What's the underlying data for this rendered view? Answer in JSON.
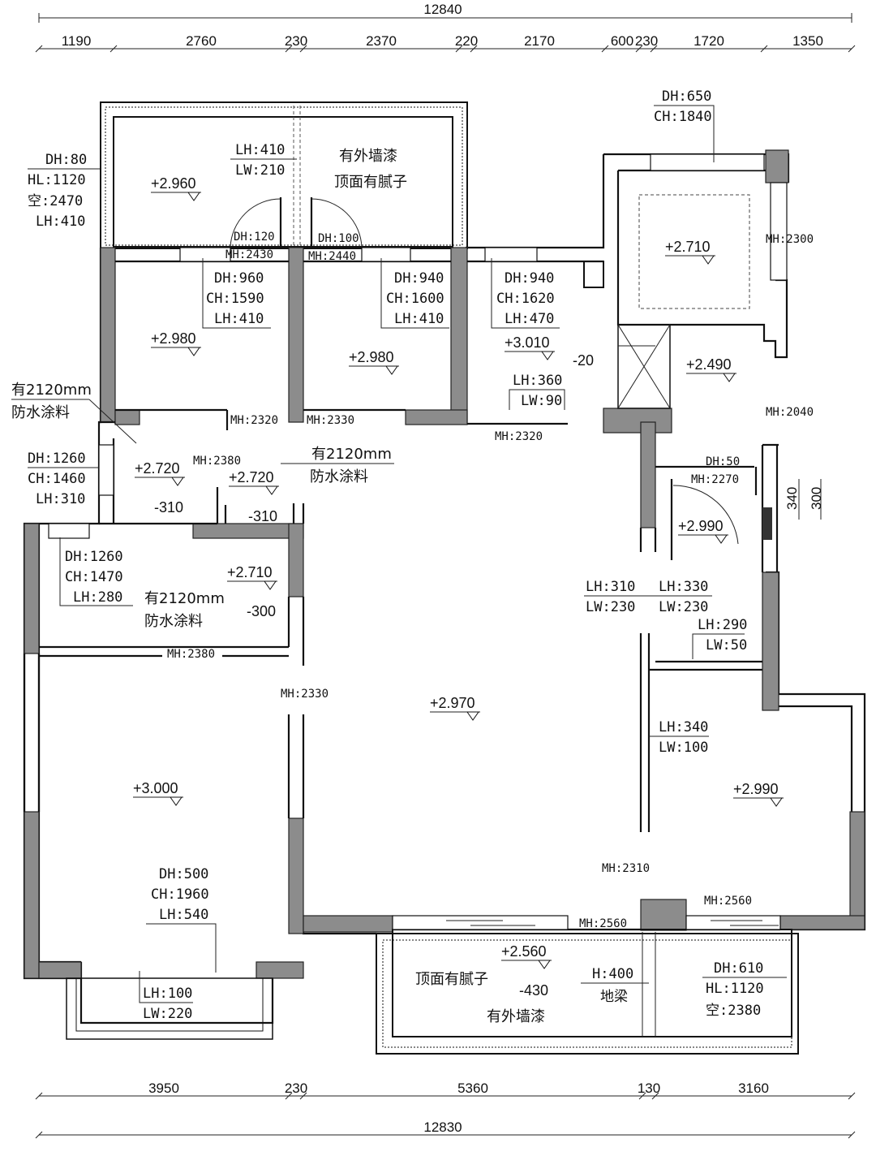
{
  "dimensions": {
    "top_total": "12840",
    "top_segments": [
      "1190",
      "2760",
      "230",
      "2370",
      "220",
      "2170",
      "600",
      "230",
      "1720",
      "1350"
    ],
    "bottom_segments": [
      "3950",
      "230",
      "5360",
      "130",
      "3160"
    ],
    "bottom_total": "12830",
    "side_a": "340",
    "side_b": "300"
  },
  "levels": {
    "balcony_n": "+2.960",
    "bedroom_nw": "+2.980",
    "bedroom_n": "+2.980",
    "kitchen": "+3.010",
    "kitchen_offset": "-20",
    "ne_room": "+2.710",
    "ne_lower": "+2.490",
    "bath_small": "+2.720",
    "bath_small_offset": "-310",
    "hall_small": "+2.720",
    "hall_small_offset": "-310",
    "bath_w": "+2.710",
    "bath_w_offset": "-300",
    "corridor_e": "+2.990",
    "living": "+2.970",
    "master": "+3.000",
    "bedroom_se": "+2.990",
    "balcony_s": "+2.560",
    "balcony_s_offset": "-430"
  },
  "annotations": {
    "balcony_n_window": [
      "DH:80",
      "HL:1120",
      "空:2470",
      "LH:410"
    ],
    "balcony_n_beam": [
      "LH:410",
      "LW:210"
    ],
    "balcony_n_note": [
      "有外墙漆",
      "顶面有腻子"
    ],
    "door_nw": [
      "DH:120",
      "MH:2430"
    ],
    "door_n": [
      "DH:100",
      "MH:2440"
    ],
    "win_bed_nw": [
      "DH:960",
      "CH:1590",
      "LH:410"
    ],
    "win_bed_n": [
      "DH:940",
      "CH:1600",
      "LH:410"
    ],
    "win_kitchen": [
      "DH:940",
      "CH:1620",
      "LH:470"
    ],
    "win_ne": [
      "DH:650",
      "CH:1840"
    ],
    "mh_ne": "MH:2300",
    "kitchen_beam": [
      "LH:360",
      "LW:90"
    ],
    "mh_2320_a": "MH:2320",
    "mh_2330_a": "MH:2330",
    "mh_2320_b": "MH:2320",
    "mh_2040": "MH:2040",
    "waterproof_a": [
      "有2120mm",
      "防水涂料"
    ],
    "waterproof_b": [
      "有2120mm",
      "防水涂料"
    ],
    "waterproof_c": [
      "有2120mm",
      "防水涂料"
    ],
    "mh_2380_a": "MH:2380",
    "win_bath_small": [
      "DH:1260",
      "CH:1460",
      "LH:310"
    ],
    "win_bath_w": [
      "DH:1260",
      "CH:1470",
      "LH:280"
    ],
    "door_corr": [
      "DH:50",
      "MH:2270"
    ],
    "beam_a": [
      "LH:310",
      "LW:230"
    ],
    "beam_b": [
      "LH:330",
      "LW:230"
    ],
    "beam_c": [
      "LH:290",
      "LW:50"
    ],
    "mh_2380_b": "MH:2380",
    "mh_2330_b": "MH:2330",
    "beam_d": [
      "LH:340",
      "LW:100"
    ],
    "mh_2310": "MH:2310",
    "mh_2560_a": "MH:2560",
    "mh_2560_b": "MH:2560",
    "win_master": [
      "DH:500",
      "CH:1960",
      "LH:540"
    ],
    "beam_master": [
      "LH:100",
      "LW:220"
    ],
    "balcony_s_note1": "顶面有腻子",
    "balcony_s_note2": "有外墙漆",
    "ground_beam": [
      "H:400",
      "地梁"
    ],
    "win_se": [
      "DH:610",
      "HL:1120",
      "空:2380"
    ]
  }
}
